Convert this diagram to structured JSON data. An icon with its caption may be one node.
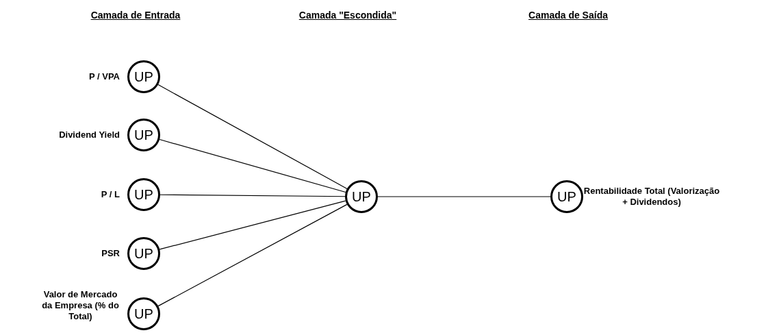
{
  "diagram": {
    "nodes": [
      {
        "text": [
          "UP"
        ],
        "beside": [
          "P / VPA"
        ]
      },
      {
        "text": [
          "UP"
        ],
        "beside": [
          "Dividend Yield"
        ]
      },
      {
        "text": [
          "UP"
        ],
        "beside": [
          "P / L"
        ]
      },
      {
        "text": [
          "UP"
        ],
        "beside": [
          "PSR"
        ]
      },
      {
        "text": [
          "UP"
        ],
        "beside": [
          "Valor de Mercado da Empresa (% do Total)"
        ]
      },
      {
        "text": [
          "UP"
        ]
      },
      {
        "text": [
          "UP"
        ],
        "beside": [
          "Rentabilidade Total (Valorização + Dividendos)"
        ]
      }
    ],
    "edges": [
      {
        "from": 0,
        "to": 5,
        "arrow": "none"
      },
      {
        "from": 1,
        "to": 5,
        "arrow": "none"
      },
      {
        "from": 2,
        "to": 5,
        "arrow": "none"
      },
      {
        "from": 3,
        "to": 5,
        "arrow": "none"
      },
      {
        "from": 4,
        "to": 5,
        "arrow": "none"
      },
      {
        "from": 5,
        "to": 6,
        "arrow": "none"
      }
    ],
    "labels": [
      "Camada de Entrada",
      "Camada \"Escondida\"",
      "Camada de Saída"
    ]
  }
}
